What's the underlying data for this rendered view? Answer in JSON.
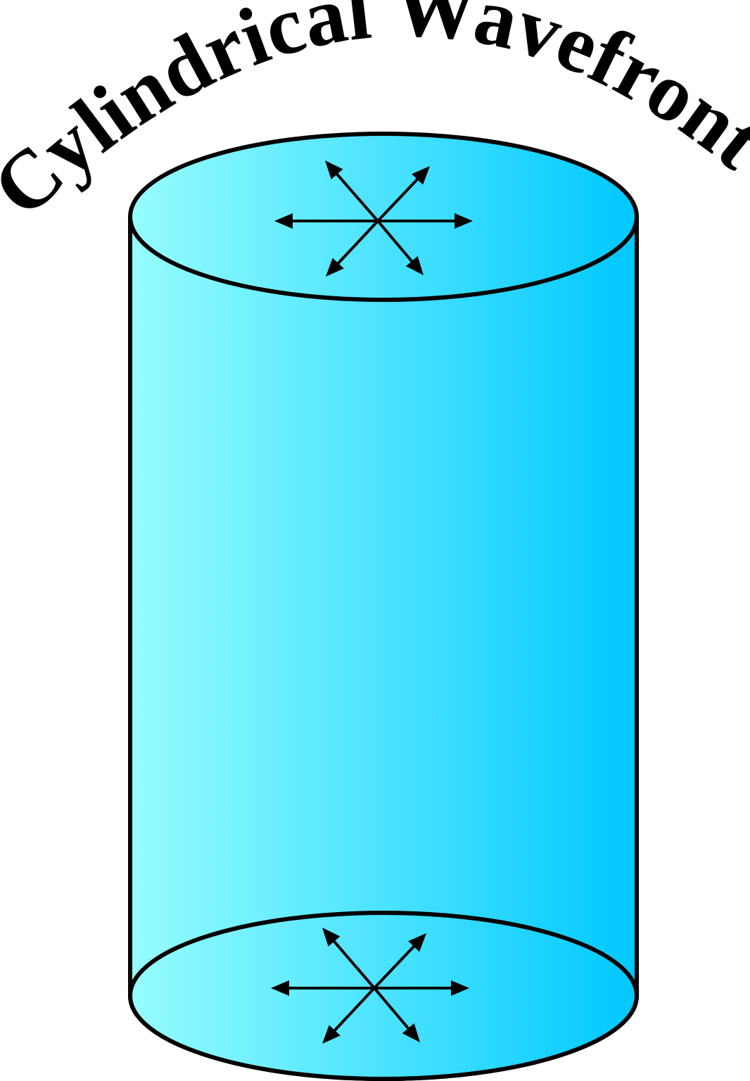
{
  "diagram": {
    "title": "Cylindrical Wavefront",
    "colors": {
      "gradient_left": "#97fdff",
      "gradient_right": "#00c8ff",
      "stroke": "#000000",
      "arrows": "#000000"
    },
    "markers": [
      {
        "name": "top-face",
        "arrows": 6
      },
      {
        "name": "bottom-face",
        "arrows": 6
      }
    ]
  }
}
